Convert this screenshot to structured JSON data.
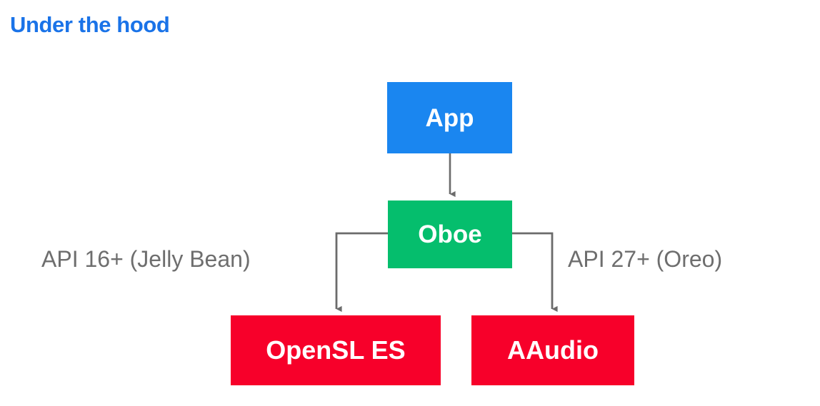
{
  "slide": {
    "title": "Under the hood",
    "title_color": "#1a73e8",
    "background": "#ffffff"
  },
  "diagram": {
    "type": "flowchart",
    "orientation": "top-down",
    "connector_color": "#6b6b6b",
    "nodes": [
      {
        "id": "app",
        "label": "App",
        "fill": "#1a86f0",
        "text_color": "#ffffff",
        "level": 0
      },
      {
        "id": "oboe",
        "label": "Oboe",
        "fill": "#05be6d",
        "text_color": "#ffffff",
        "level": 1
      },
      {
        "id": "opensl",
        "label": "OpenSL ES",
        "fill": "#f7002a",
        "text_color": "#ffffff",
        "level": 2
      },
      {
        "id": "aaudio",
        "label": "AAudio",
        "fill": "#f7002a",
        "text_color": "#ffffff",
        "level": 2
      }
    ],
    "edges": [
      {
        "id": "app-to-oboe",
        "from": "app",
        "to": "oboe",
        "label": ""
      },
      {
        "id": "oboe-to-opensl",
        "from": "oboe",
        "to": "opensl",
        "label": "API 16+ (Jelly Bean)"
      },
      {
        "id": "oboe-to-aaudio",
        "from": "oboe",
        "to": "aaudio",
        "label": "API 27+ (Oreo)"
      }
    ],
    "edge_labels": {
      "left": "API 16+ (Jelly Bean)",
      "right": "API 27+ (Oreo)",
      "color": "#6e6e6e"
    }
  }
}
